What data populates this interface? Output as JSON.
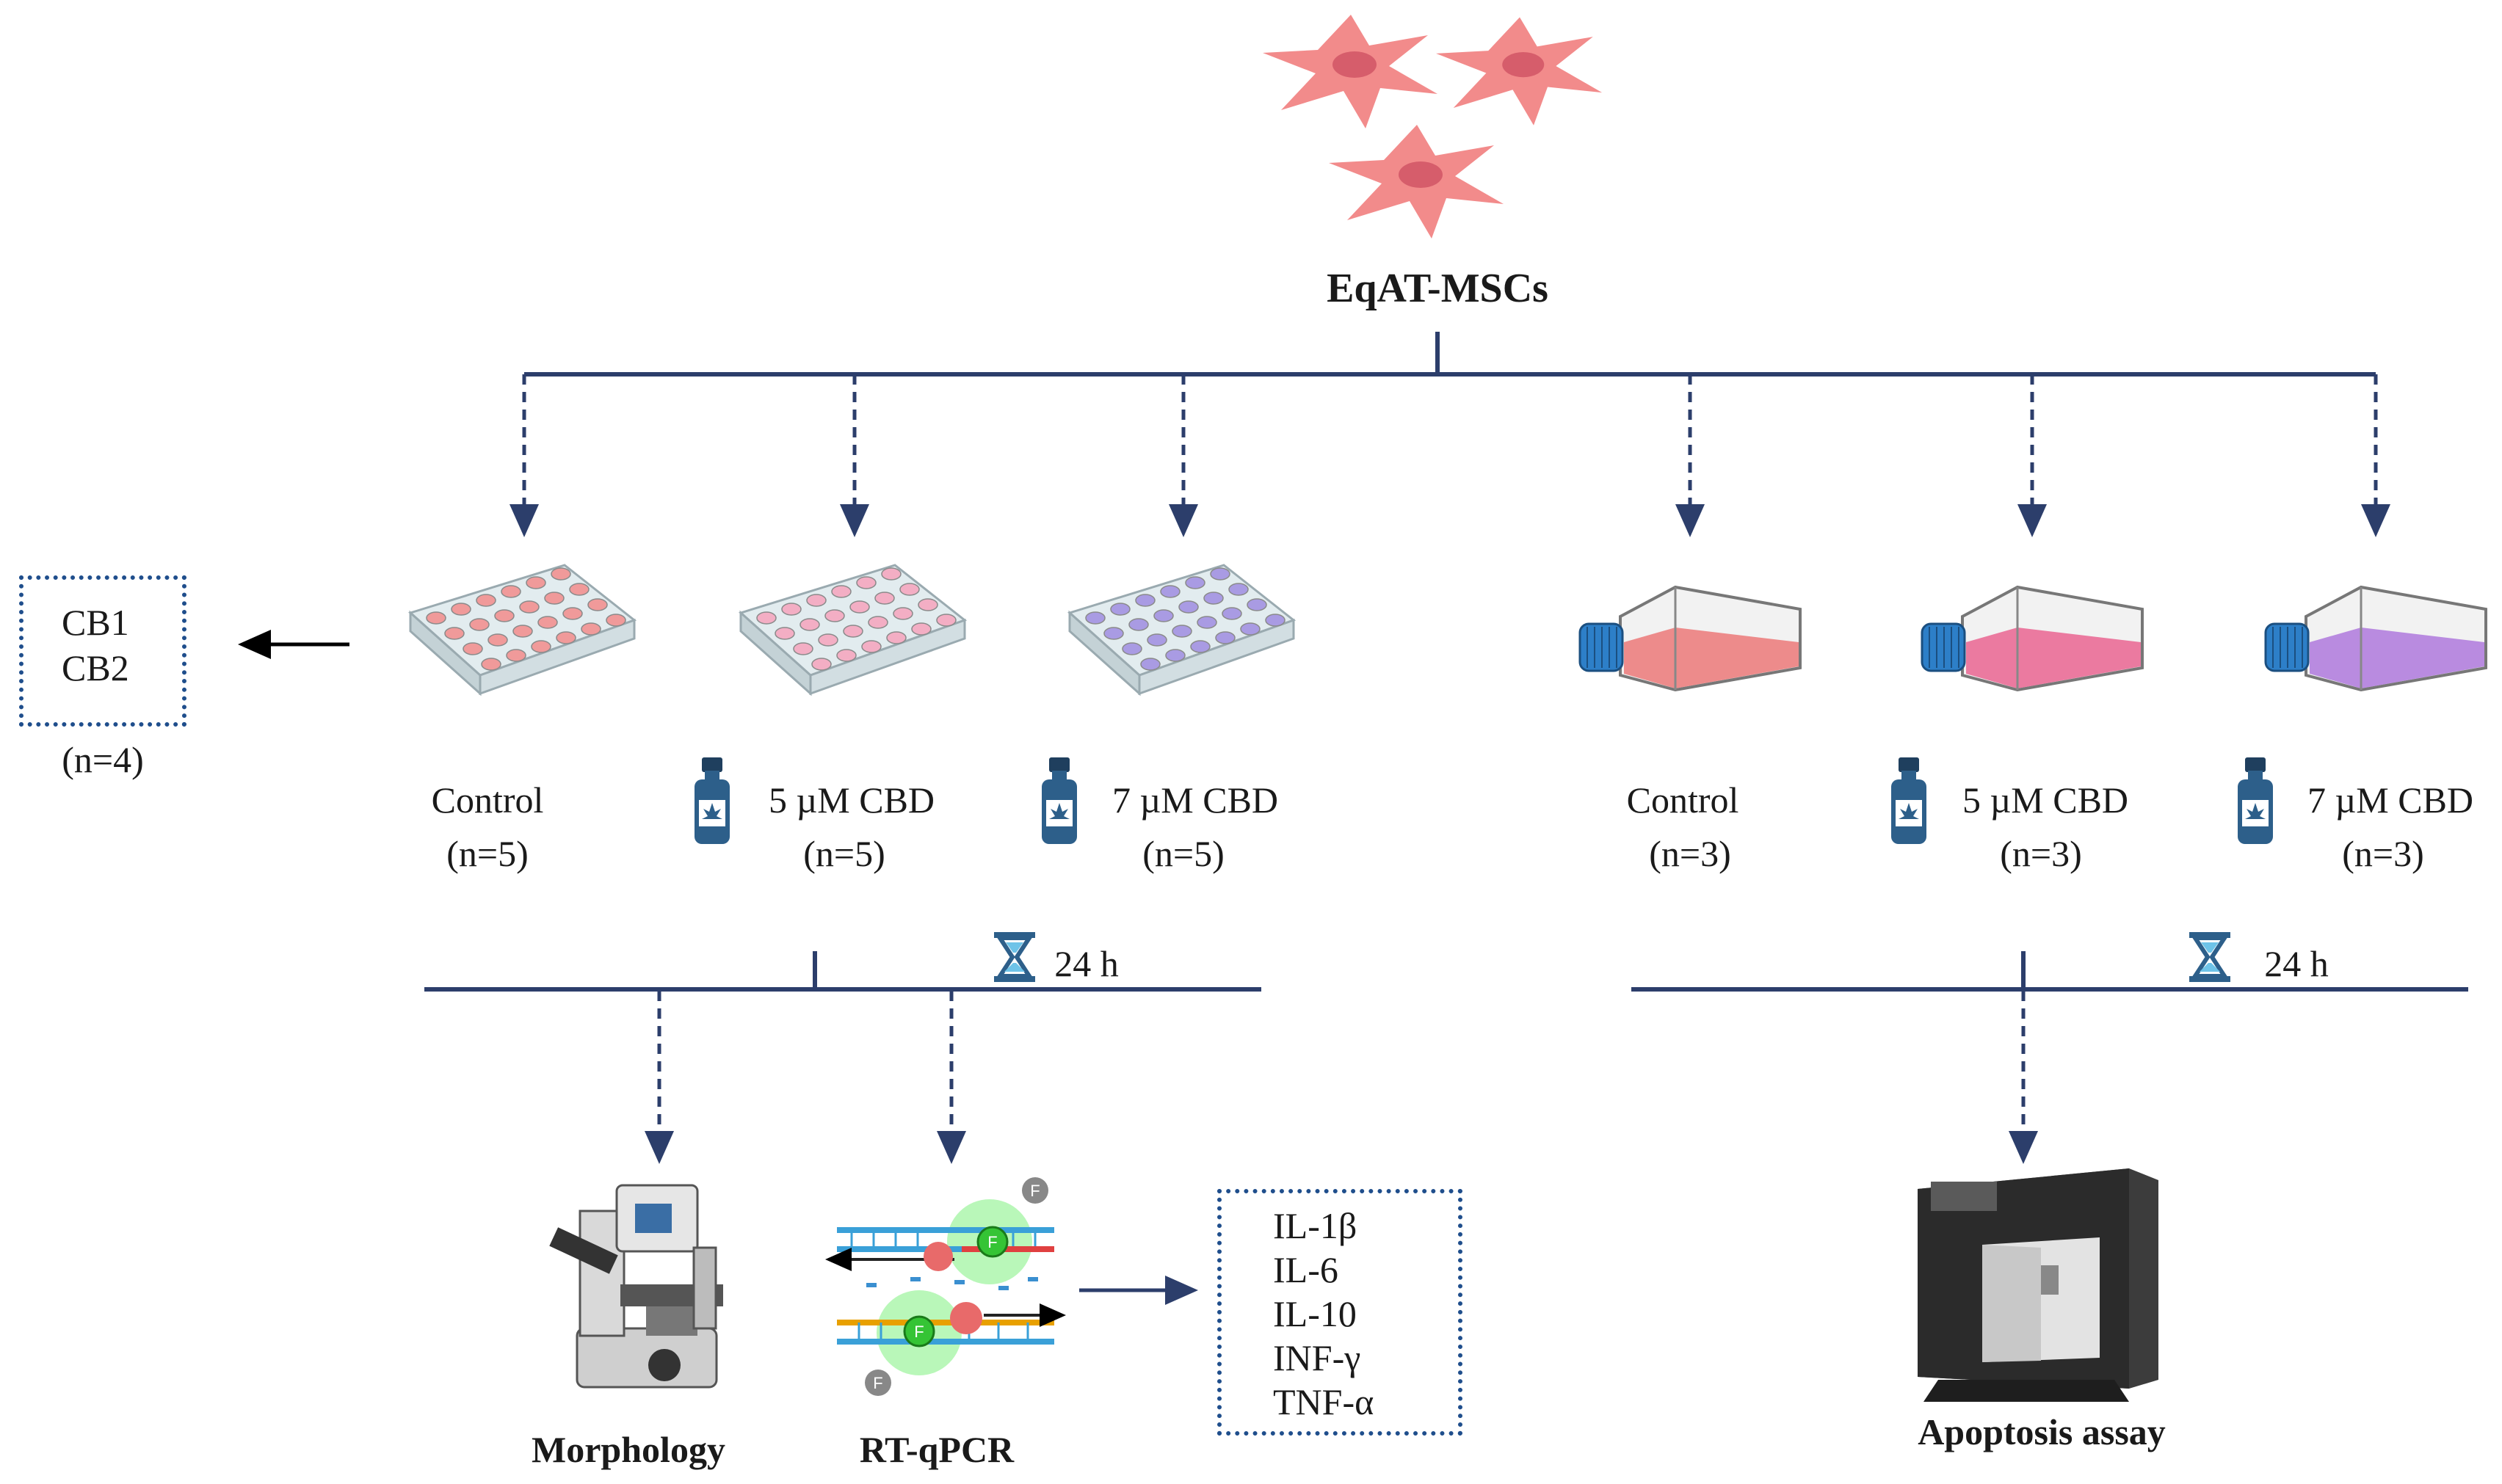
{
  "source": {
    "label": "EqAT-MSCs"
  },
  "receptors": {
    "items": [
      "CB1",
      "CB2"
    ],
    "n": "(n=4)"
  },
  "plate_groups": [
    {
      "name": "Control",
      "n": "(n=5)",
      "has_cbd": false,
      "well_color": "#f09a9a"
    },
    {
      "name": "5 µM CBD",
      "n": "(n=5)",
      "has_cbd": true,
      "well_color": "#f3aec4"
    },
    {
      "name": "7 µM CBD",
      "n": "(n=5)",
      "has_cbd": true,
      "well_color": "#a99be3"
    }
  ],
  "flask_groups": [
    {
      "name": "Control",
      "n": "(n=3)",
      "has_cbd": false,
      "liquid_color": "#ec8080"
    },
    {
      "name": "5 µM CBD",
      "n": "(n=3)",
      "has_cbd": true,
      "liquid_color": "#ea6d97"
    },
    {
      "name": "7 µM CBD",
      "n": "(n=3)",
      "has_cbd": true,
      "liquid_color": "#b27fde"
    }
  ],
  "time_left": "24 h",
  "time_right": "24 h",
  "outputs": {
    "morphology": "Morphology",
    "rtqpcr": "RT-qPCR",
    "apoptosis": "Apoptosis assay"
  },
  "cytokines": [
    "IL-1β",
    "IL-6",
    "IL-10",
    "INF-γ",
    "TNF-α"
  ],
  "colors": {
    "line": "#2c3e6b",
    "box_border": "#1f4e8c",
    "cell": "#f28b8b",
    "bottle": "#2d5f8a"
  }
}
